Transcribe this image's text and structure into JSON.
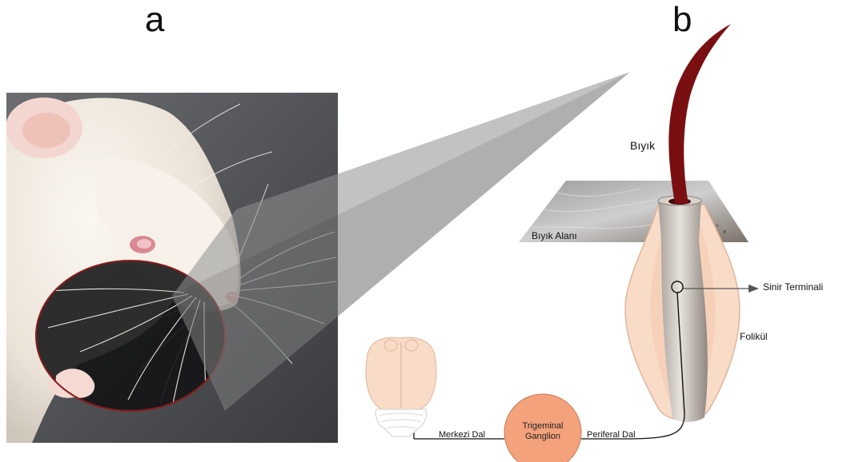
{
  "panels": {
    "a": "a",
    "b": "b"
  },
  "labels": {
    "whisker": "Bıyık",
    "whisker_area": "Bıyık Alanı",
    "nerve_terminal": "Sinir Terminali",
    "follicle": "Folikül",
    "central_branch": "Merkezi Dal",
    "peripheral_branch": "Periferal Dal",
    "ganglion_line1": "Trigeminal",
    "ganglion_line2": "Ganglion"
  },
  "colors": {
    "whisker": "#7a0f12",
    "follicle_fill": "#f9dcc8",
    "follicle_stroke": "#e0b49a",
    "ganglion_fill": "#f4a27c",
    "circle_highlight": "#8b1a1a",
    "brain_fill": "#f8dcc8",
    "projection_gray": "#8f8f8f"
  },
  "icons": {
    "photo": "rat-photo",
    "brain": "rat-brain-icon",
    "follicle": "whisker-follicle-icon"
  }
}
